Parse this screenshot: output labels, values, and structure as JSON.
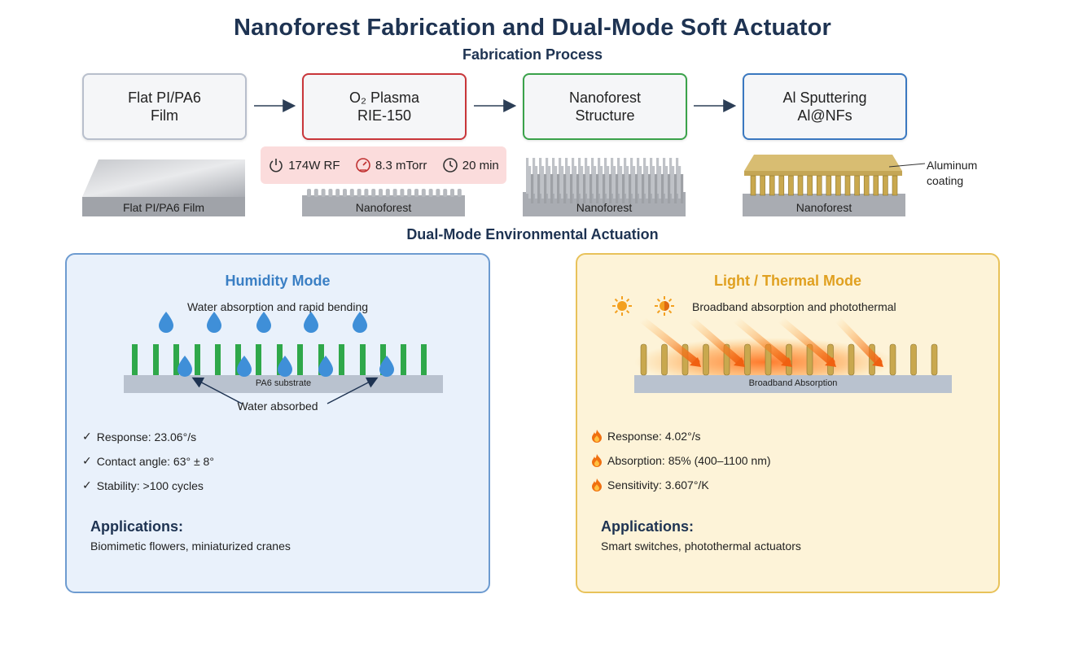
{
  "title": "Nanoforest Fabrication and Dual-Mode Soft Actuator",
  "fabrication": {
    "heading": "Fabrication Process",
    "steps": [
      {
        "line1": "Flat PI/PA6",
        "line2": "Film",
        "color": "#b8bfcc"
      },
      {
        "line1": "O₂ Plasma",
        "line2": "RIE-150",
        "color": "#c9363a"
      },
      {
        "line1": "Nanoforest",
        "line2": "Structure",
        "color": "#3aa24a"
      },
      {
        "line1": "Al Sputtering",
        "line2": "Al@NFs",
        "color": "#3a78c0"
      }
    ],
    "params": {
      "power": "174W RF",
      "pressure": "8.3 mTorr",
      "time": "20 min"
    },
    "images": [
      "Flat PI/PA6 Film",
      "Nanoforest",
      "Nanoforest",
      "Nanoforest"
    ],
    "coating_label": "Aluminum coating"
  },
  "actuation": {
    "heading": "Dual-Mode Environmental Actuation",
    "humidity": {
      "title": "Humidity Mode",
      "caption": "Water absorption and rapid bending",
      "substrate": "PA6 substrate",
      "absorbed": "Water absorbed",
      "metrics": [
        "Response: 23.06°/s",
        "Contact angle: 63° ± 8°",
        "Stability: >100 cycles"
      ],
      "apps_heading": "Applications:",
      "apps": "Biomimetic flowers, miniaturized cranes",
      "color": "#3a7fc4"
    },
    "thermal": {
      "title": "Light / Thermal Mode",
      "caption": "Broadband absorption and photothermal",
      "substrate": "Broadband Absorption",
      "metrics": [
        "Response: 4.02°/s",
        "Absorption: 85% (400–1100 nm)",
        "Sensitivity: 3.607°/K"
      ],
      "apps_heading": "Applications:",
      "apps": "Smart switches, photothermal actuators",
      "color": "#e0a020"
    }
  }
}
